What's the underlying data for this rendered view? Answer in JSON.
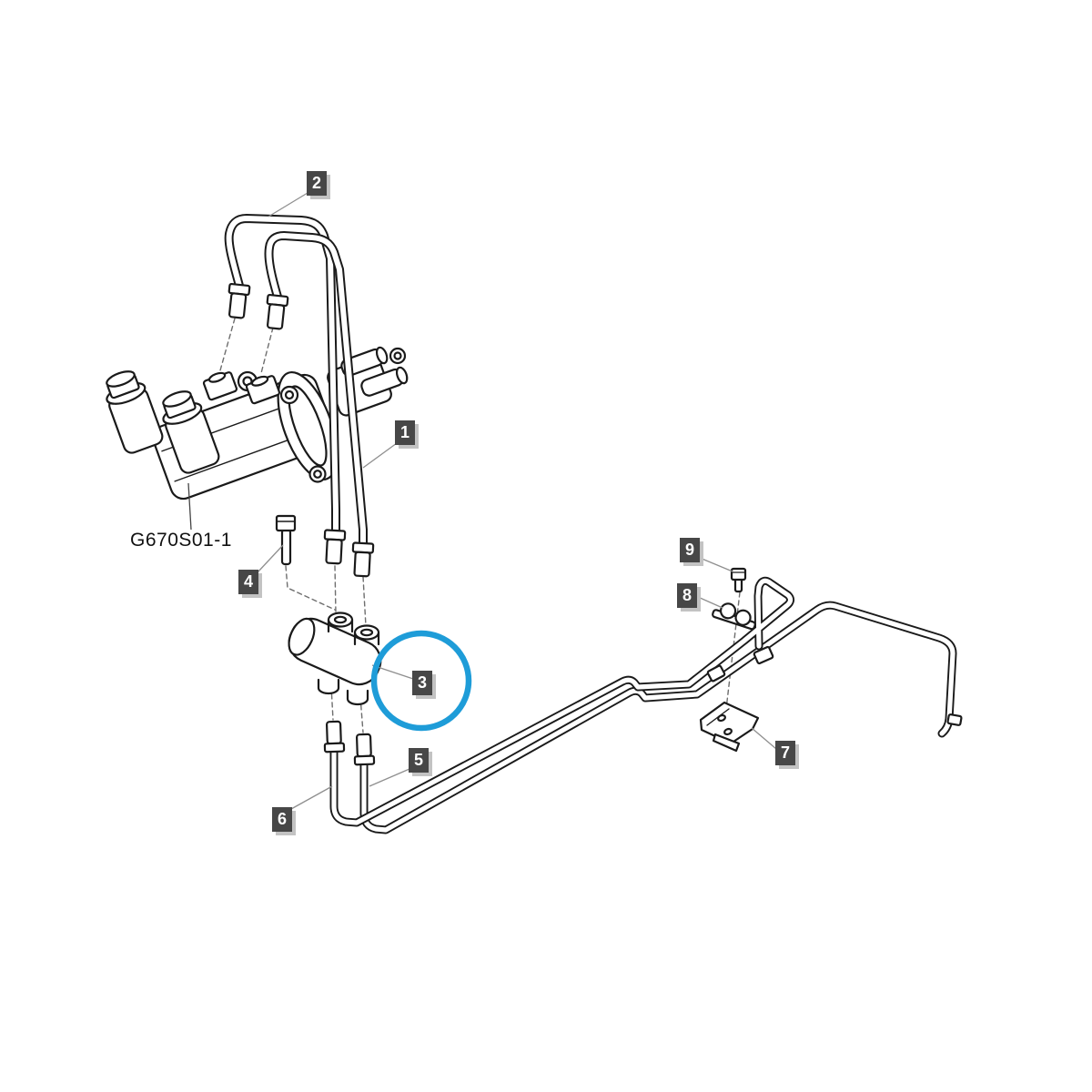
{
  "diagram": {
    "part_code": "G670S01-1",
    "callouts": [
      {
        "number": "1"
      },
      {
        "number": "2"
      },
      {
        "number": "3"
      },
      {
        "number": "4"
      },
      {
        "number": "5"
      },
      {
        "number": "6"
      },
      {
        "number": "7"
      },
      {
        "number": "8"
      },
      {
        "number": "9"
      }
    ],
    "highlight": {
      "shape": "circle",
      "highlighted_callout": "3",
      "color": "#1e9cd8"
    },
    "colors": {
      "background": "#ffffff",
      "line_art": "#1a1a1a",
      "label_background": "#474747",
      "label_text": "#ffffff",
      "label_shadow": "#c3c3c3",
      "leader_line": "#8f8f8f",
      "dashed_line": "#6e6e6e",
      "highlight_circle": "#1e9cd8"
    }
  }
}
